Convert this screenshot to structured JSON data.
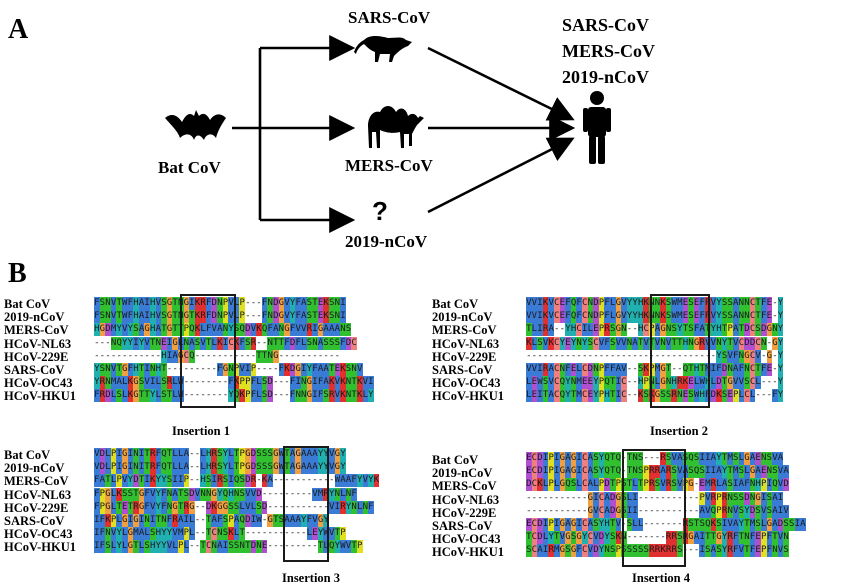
{
  "panel_a": {
    "letter": "A",
    "source": "Bat CoV",
    "intermediates": [
      "SARS-CoV",
      "MERS-CoV",
      "?",
      "2019-nCoV"
    ],
    "human_hosts": [
      "SARS-CoV",
      "MERS-CoV",
      "2019-nCoV"
    ],
    "icons": [
      "bat-icon",
      "civet-icon",
      "camel-icon",
      "question-mark",
      "human-icon"
    ]
  },
  "panel_b": {
    "letter": "B",
    "sequence_names": [
      "Bat CoV",
      "2019-nCoV",
      "MERS-CoV",
      "HCoV-NL63",
      "HCoV-229E",
      "SARS-CoV",
      "HCoV-OC43",
      "HCoV-HKU1"
    ],
    "insertions": [
      "Insertion 1",
      "Insertion 2",
      "Insertion 3",
      "Insertion 4"
    ],
    "alignments": [
      [
        "FSNVTWFHAIHVSGTNGIKRFDNPVLP---FNDGVYFASTEKSNI",
        "FSNVTWFHAIHVSGTNGTKRFDNPVLP---FNDGVYFASTEKSNI",
        "HGDMYVYSAGHATGTTPQKLFVANYSQDVKQFANGFVVRIGAAANS",
        "---NQYYIYVTNEIGLNASVTLKICKFSR--NTTFDFLSNASSSFDC",
        "------------HIAGCQ-----------TTNG-----------",
        "YSNVTGFHTINHT---------FGNPVIP----FKDGIYFAATEKSNV",
        "YRNMALKGSVILSRLW--------FKPPFLSD---FINGIFAKVKNTKVI",
        "FRDLSLKGTTYLSTLW--------YQKPFLSD---FNNGIFSRVKNTKLY"
      ],
      [
        "VVIKVCEFQFCNDPFLGVYYHKNNKSWMESEFRVYSSANNCTFE-Y",
        "VVIKVCEFQFCNDPFLGVYYHKNNKSWMESEFRVYSSANNCTFE-Y",
        "TLIRA--YHCILEPRSGN--HCPAGNSYTSFATYHTPATDCSDGNY",
        "KLSVKCYEYNYSCVFSVVNATVTVNVTTHNGRVVNYTVCDDCN-GY",
        "----------------------------------YSVFNGCV-G-Y",
        "VVIRACNFELCDNPFFAV--SKPMGT--QTHTMIFDNAFNCTFE-Y",
        "LEWSVCQYNMEEYPQTIC--HPNLGNHRKELWHLDTGVVSCL---Y",
        "LEITACQYTMCEYPHTIC--KSKGSSRNESWHFDKSEPLCL---FY"
      ],
      [
        "VDLPIGINITRFQTLLA--LHRSYLTPGDSSSGWTAGAAAYYVGY",
        "VDLPIGINITRFQTLLA--LHRSYLTPGDSSSGWTAGAAAYYVGY",
        "FATLPVYDTIKYYSIIP--HSIRSIQSDR-KA-----------WAAFYVYK",
        "FPGLKSSTGFVYFNATSDVNNGYQHNSVVD---------VMRYNLNF",
        "FPGLTETRGFVYFNGTRG--DKGGSSLVLSD-----------VIRYNLNF",
        "IFKPLGIGINITNFRAIL--TAFSPAQDIW-GTSAAAYFVGY",
        "IFNVYLGMALSHYYVMPL--TCNSKLT-----------LEYWVTP",
        "IFSLYLGTLSHYYVLPL--TCNAISSNTDNE---------TLQYWVTP"
      ],
      [
        "ECDIPIGAGICASYQTQ-TNS---RSVASQSIIAYTMSLGAENSVA",
        "ECDIPIGAGICASYQTQ-TNSPRRARSVASQSIIAYTMSLGAENSVA",
        "DCKLPLGQSLCALPDTPSTLTPRSVRSVPG-EMRLASIAFNHPIQVD",
        "-----------GICADGSLI-----------PVRPRNSSDNGISAI",
        "-----------GVCADGSII-----------AVQPRNVSYDSVSAIV",
        "ECDIPIGAGICASYHTV-SLL-------RSTSQKSIVAYTMSLGADSSIA",
        "TCDLYTVGSGYCVDYSKN-------RRSRGAITTGYRFTNFEPFTVN",
        "SCAIRMGSGFCVDYNSPSSSSSRRKRRS---ISASYRFVTFEPFNVS"
      ]
    ]
  },
  "colors": {
    "A": "#3a7bd5",
    "I": "#3a7bd5",
    "L": "#3a7bd5",
    "M": "#3a7bd5",
    "F": "#3a7bd5",
    "W": "#3a7bd5",
    "V": "#3a7bd5",
    "C": "#f08080",
    "G": "#f0a040",
    "P": "#e0e020",
    "Y": "#20b0b0",
    "H": "#20b0b0",
    "S": "#30c030",
    "T": "#30c030",
    "N": "#30c030",
    "Q": "#30c030",
    "E": "#b050d0",
    "D": "#b050d0",
    "K": "#e03030",
    "R": "#e03030",
    "-": "#ffffff"
  }
}
